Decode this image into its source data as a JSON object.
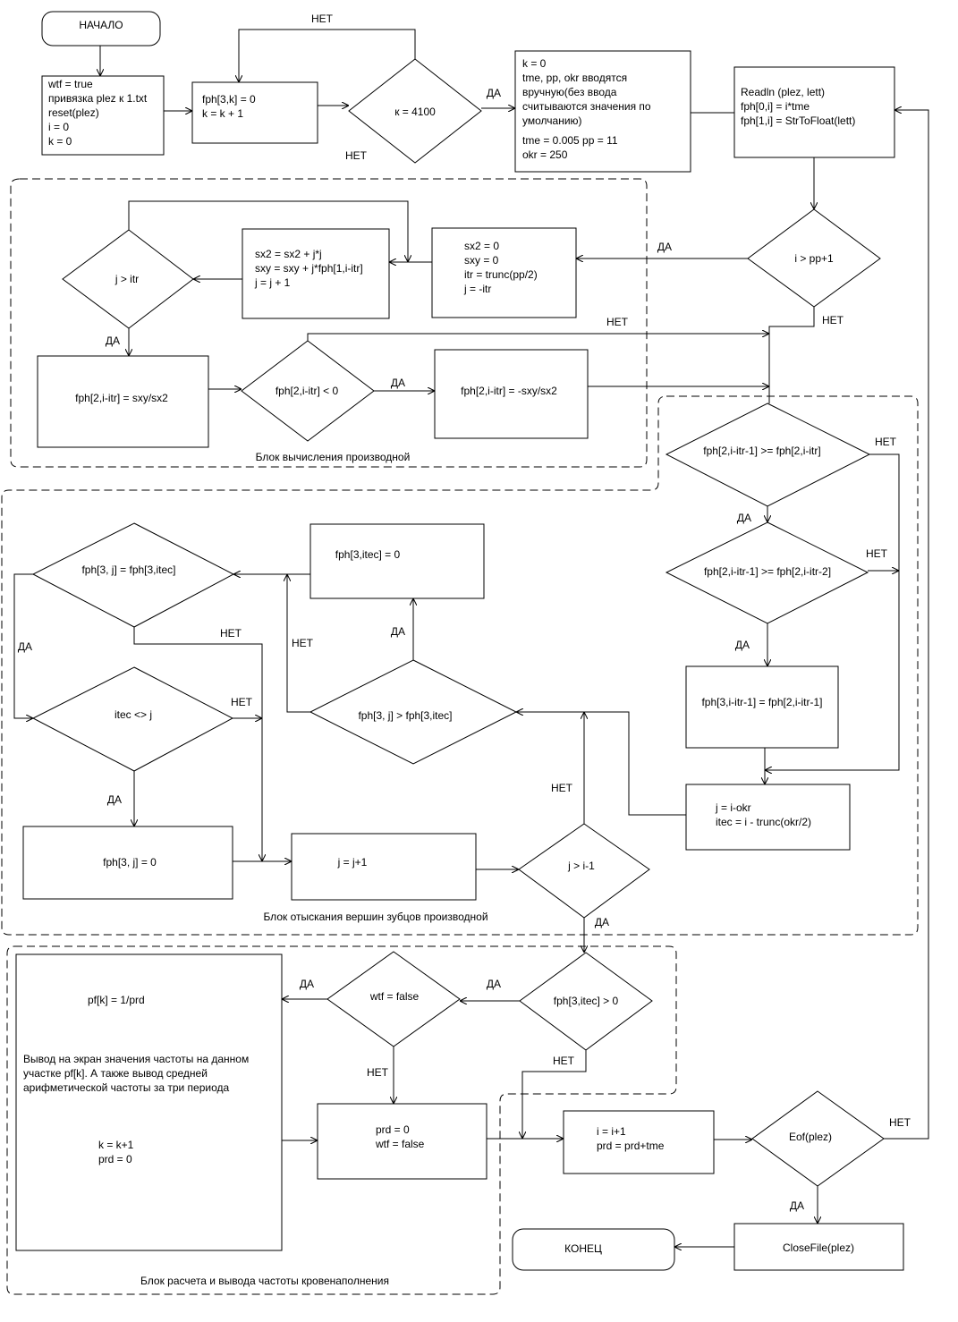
{
  "nodes": {
    "start": "НАЧАЛО",
    "init": [
      "wtf = true",
      "привязка plez к 1.txt",
      "reset(plez)",
      "i = 0",
      "k = 0"
    ],
    "fph_init": [
      "fph[3,k] = 0",
      "k = k + 1"
    ],
    "k_check": "к = 4100",
    "params": [
      "k = 0",
      "tme, pp, okr вводятся",
      "вручную(без ввода",
      "считываются значения по",
      "умолчанию)",
      "tme = 0.005   pp = 11",
      "okr = 250"
    ],
    "readln": [
      "Readln (plez, lett)",
      "fph[0,i] = i*tme",
      "fph[1,i] = StrToFloat(lett)"
    ],
    "i_check": "i > pp+1",
    "sums_init": [
      "sx2 = 0",
      "sxy = 0",
      "itr = trunc(pp/2)",
      "j = -itr"
    ],
    "sums_loop": [
      "sx2 = sx2 + j*j",
      "sxy = sxy + j*fph[1,i-itr]",
      "j = j + 1"
    ],
    "j_itr_check": "j > itr",
    "deriv": "fph[2,i-itr] = sxy/sx2",
    "deriv_neg_check": "fph[2,i-itr] < 0",
    "deriv_neg": "fph[2,i-itr] = -sxy/sx2",
    "peak_check1": "fph[2,i-itr-1] >= fph[2,i-itr]",
    "peak_check2": "fph[2,i-itr-1] >= fph[2,i-itr-2]",
    "peak_assign": "fph[3,i-itr-1] = fph[2,i-itr-1]",
    "j_okr": [
      "j = i-okr",
      "itec = i - trunc(okr/2)"
    ],
    "eq_check": "fph[3, j] = fph[3,itec]",
    "itec_ne_check": "itec <> j",
    "gt_check": "fph[3, j] > fph[3,itec]",
    "fph_itec_zero": "fph[3,itec] = 0",
    "fph_j_zero": "fph[3, j] = 0",
    "j_inc": "j = j+1",
    "j_i_check": "j > i-1",
    "itec_pos_check": "fph[3,itec] > 0",
    "wtf_check": "wtf = false",
    "freq_out": [
      "pf[k] = 1/prd",
      "Вывод на экран значения частоты на данном",
      "участке pf[k]. А также вывод средней",
      "арифметической частоты за три периода",
      "k = k+1",
      "prd = 0"
    ],
    "prd_reset": [
      "prd = 0",
      "wtf = false"
    ],
    "i_inc": [
      "i = i+1",
      "prd = prd+tme"
    ],
    "eof_check": "Eof(plez)",
    "close_file": "CloseFile(plez)",
    "end": "КОНЕЦ"
  },
  "groups": {
    "derivative": "Блок вычисления производной",
    "peaks": "Блок отыскания вершин зубцов производной",
    "frequency": "Блок расчета и вывода частоты кровенаполнения"
  },
  "labels": {
    "yes": "ДА",
    "no": "НЕТ"
  }
}
